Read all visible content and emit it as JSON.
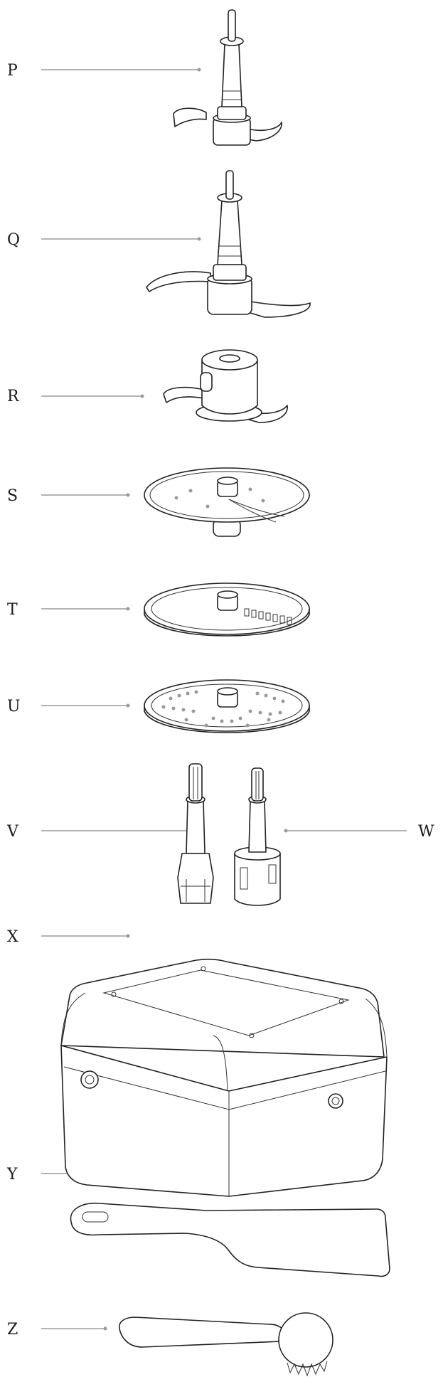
{
  "labels": {
    "p": "P",
    "q": "Q",
    "r": "R",
    "s": "S",
    "t": "T",
    "u": "U",
    "v": "V",
    "w": "W",
    "x": "X",
    "y": "Y",
    "z": "Z"
  },
  "colors": {
    "ink": "#222222",
    "leader": "#9a9a9a",
    "background": "#ffffff"
  }
}
